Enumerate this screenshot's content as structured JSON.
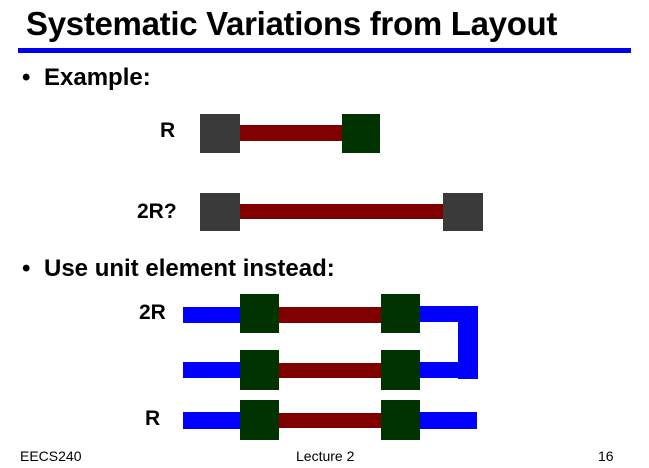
{
  "slide": {
    "title": "Systematic Variations from Layout",
    "bullet_symbol": "•",
    "bullets": [
      {
        "text": "Example:"
      },
      {
        "text": "Use unit element instead:"
      }
    ]
  },
  "figure": {
    "example_labels": {
      "r": "R",
      "two_r_question": "2R?"
    },
    "unit_labels": {
      "two_r": "2R",
      "r": "R"
    }
  },
  "footer": {
    "course": "EECS240",
    "lecture": "Lecture 2",
    "page_number": "16"
  },
  "colors": {
    "title_rule": "#0000ee",
    "gray_contact": "#3a3a3a",
    "green_contact": "#003300",
    "resistor_body": "#800000",
    "metal_wire": "#0000ff"
  }
}
